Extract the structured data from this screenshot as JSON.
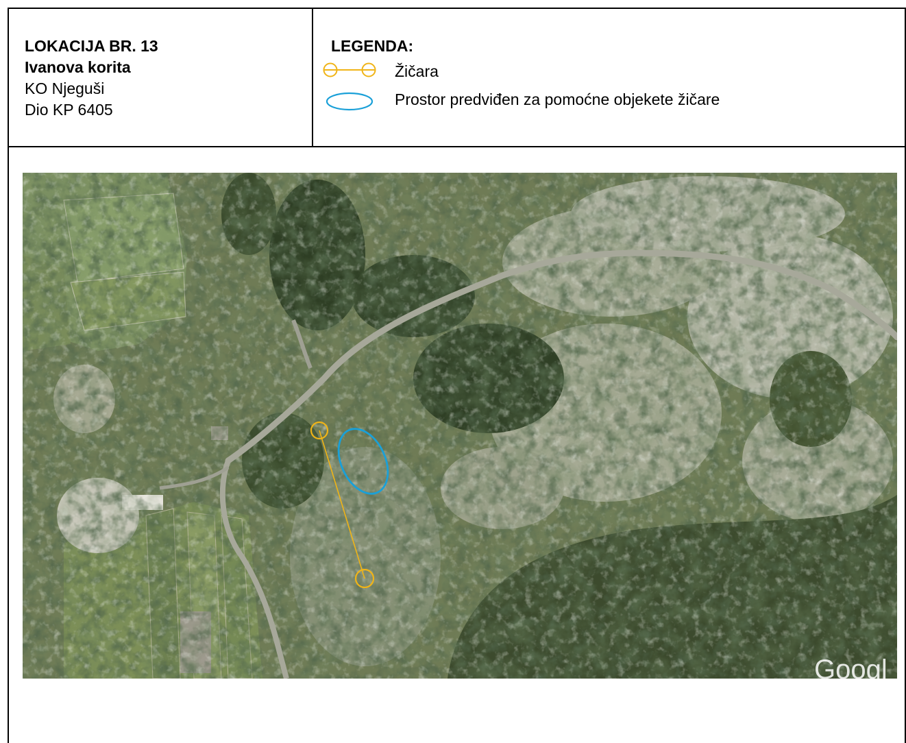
{
  "location": {
    "heading": "LOKACIJA BR. 13",
    "name": "Ivanova korita",
    "cadastral_municipality": "KO Njeguši",
    "parcel": "Dio KP 6405"
  },
  "legend": {
    "title": "LEGENDA:",
    "items": [
      {
        "symbol": "cable-car-line-icon",
        "label": "Žičara",
        "color": "#f0b417"
      },
      {
        "symbol": "ellipse-outline-icon",
        "label": "Prostor predviđen za pomoćne objekete žičare",
        "color": "#1aa0d8"
      }
    ]
  },
  "map": {
    "type": "satellite-image",
    "watermark": "Googl",
    "colors": {
      "cable_car": "#f0b417",
      "auxiliary_area": "#1aa0d8",
      "road": "#a7a89a"
    }
  }
}
